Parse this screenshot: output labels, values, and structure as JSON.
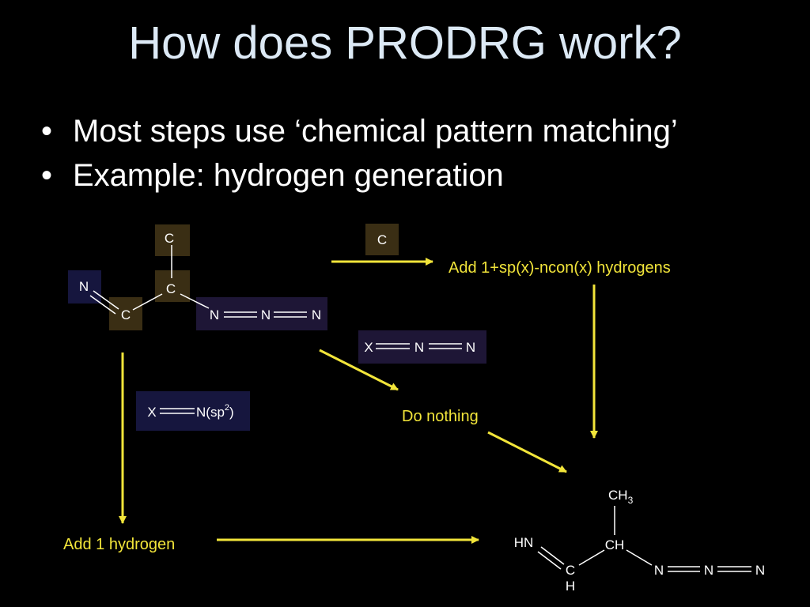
{
  "slide": {
    "title": "How does PRODRG work?",
    "bullets": [
      "Most steps use ‘chemical pattern matching’",
      "Example: hydrogen generation"
    ]
  },
  "molecule": {
    "c_top": "C",
    "c_mid": "C",
    "c_left": "C",
    "n_left": "N",
    "n1": "N",
    "n2": "N",
    "n3": "N"
  },
  "patterns": {
    "carbon": {
      "atom": "C"
    },
    "azide": {
      "x": "X",
      "n1": "N",
      "n2": "N"
    },
    "sp2": {
      "x": "X",
      "n": "N(sp",
      "sup": "2",
      "close": ")"
    }
  },
  "labels": {
    "add_hydrogens": "Add 1+sp(x)-ncon(x) hydrogens",
    "do_nothing": "Do nothing",
    "add_one": "Add 1 hydrogen"
  },
  "product": {
    "ch3": "CH",
    "ch3_sub": "3",
    "ch": "CH",
    "hn": "HN",
    "c": "C",
    "h": "H",
    "n1": "N",
    "n2": "N",
    "n3": "N"
  },
  "colors": {
    "background": "#000000",
    "title": "#dce9f5",
    "arrow": "#f2e53a",
    "carbon_box": "#3a2e14",
    "nitrogen_box": "#16163e",
    "azide_box": "#1e1636"
  }
}
